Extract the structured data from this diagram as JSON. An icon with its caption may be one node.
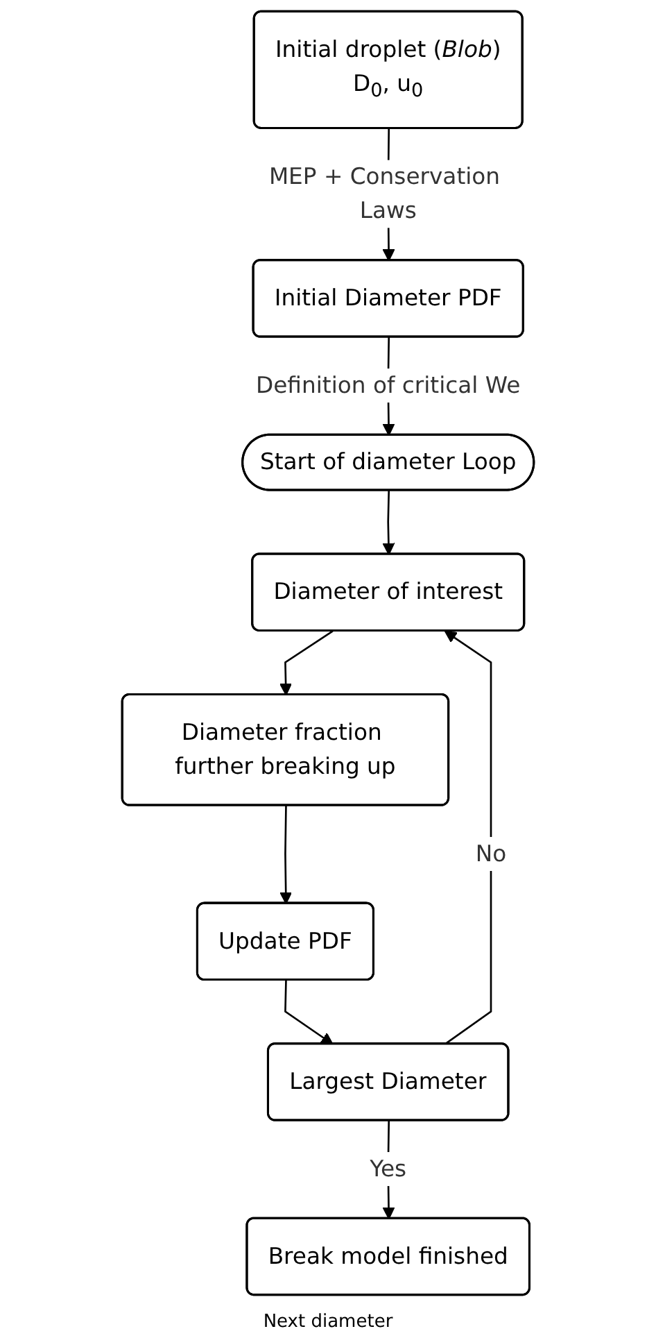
{
  "diagram": {
    "nodes": [
      {
        "text": [
          "Initial droplet (*Blob*)",
          "D$_{0}$, u$_{0}$"
        ]
      },
      {
        "text": [
          "Initial Diameter PDF"
        ]
      },
      {
        "text": [
          "Start of diameter Loop"
        ]
      },
      {
        "text": [
          "Diameter of interest"
        ]
      },
      {
        "text": [
          "Diameter fraction further breaking up"
        ]
      },
      {
        "text": [
          "Update PDF"
        ]
      },
      {
        "text": [
          "Largest Diameter"
        ]
      },
      {
        "text": [
          "Break model finished"
        ]
      }
    ],
    "edges": [
      {
        "from": 0,
        "to": 1,
        "arrow": "to",
        "label": "MEP + Conservation Laws"
      },
      {
        "from": 1,
        "to": 2,
        "arrow": "to",
        "label": "Definition of critical We"
      },
      {
        "from": 2,
        "to": 3,
        "arrow": "to"
      },
      {
        "from": 3,
        "to": 4,
        "arrow": "to"
      },
      {
        "from": 4,
        "to": 5,
        "arrow": "to"
      },
      {
        "from": 5,
        "to": 6,
        "arrow": "to"
      },
      {
        "from": 6,
        "to": 3,
        "arrow": "to",
        "label": "No"
      },
      {
        "from": 6,
        "to": 7,
        "arrow": "to",
        "label": "Yes"
      }
    ],
    "labels": [
      "Next diameter"
    ]
  }
}
